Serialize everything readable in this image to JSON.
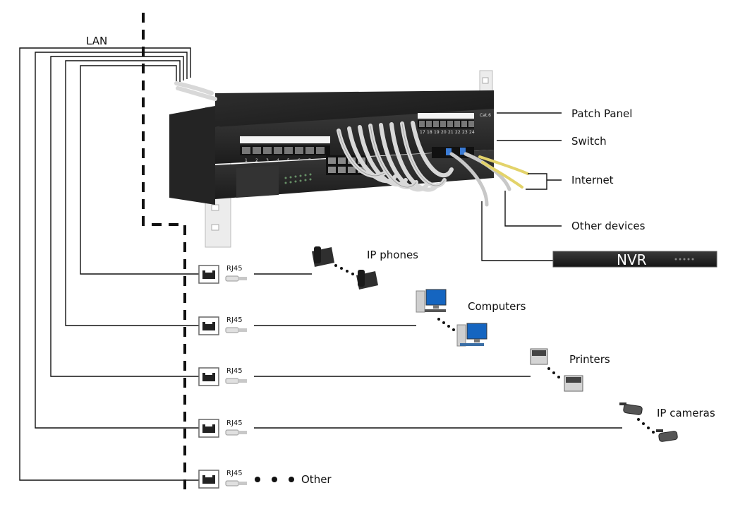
{
  "labels": {
    "lan": "LAN",
    "patch_panel": "Patch Panel",
    "switch": "Switch",
    "internet": "Internet",
    "other_devices": "Other devices",
    "nvr": "NVR",
    "ip_phones": "IP phones",
    "computers": "Computers",
    "printers": "Printers",
    "ip_cameras": "IP cameras",
    "other": "Other",
    "rj45": "RJ45",
    "cat6": "Cat.6"
  },
  "patch_panel_ports": [
    "1",
    "2",
    "3",
    "4",
    "5",
    "6",
    "7",
    "8",
    "17",
    "18",
    "19",
    "20",
    "21",
    "22",
    "23",
    "24"
  ],
  "rj45_sockets": [
    {
      "label": "RJ45",
      "device": "IP phones"
    },
    {
      "label": "RJ45",
      "device": "Computers"
    },
    {
      "label": "RJ45",
      "device": "Printers"
    },
    {
      "label": "RJ45",
      "device": "IP cameras"
    },
    {
      "label": "RJ45",
      "device": "Other"
    }
  ],
  "colors": {
    "line": "#111111",
    "rack": "#ececec",
    "device_body": "#2b2b2b",
    "cable_grey": "#d8d8d8",
    "cable_yellow": "#e3d36a",
    "nvr": "#222222"
  }
}
